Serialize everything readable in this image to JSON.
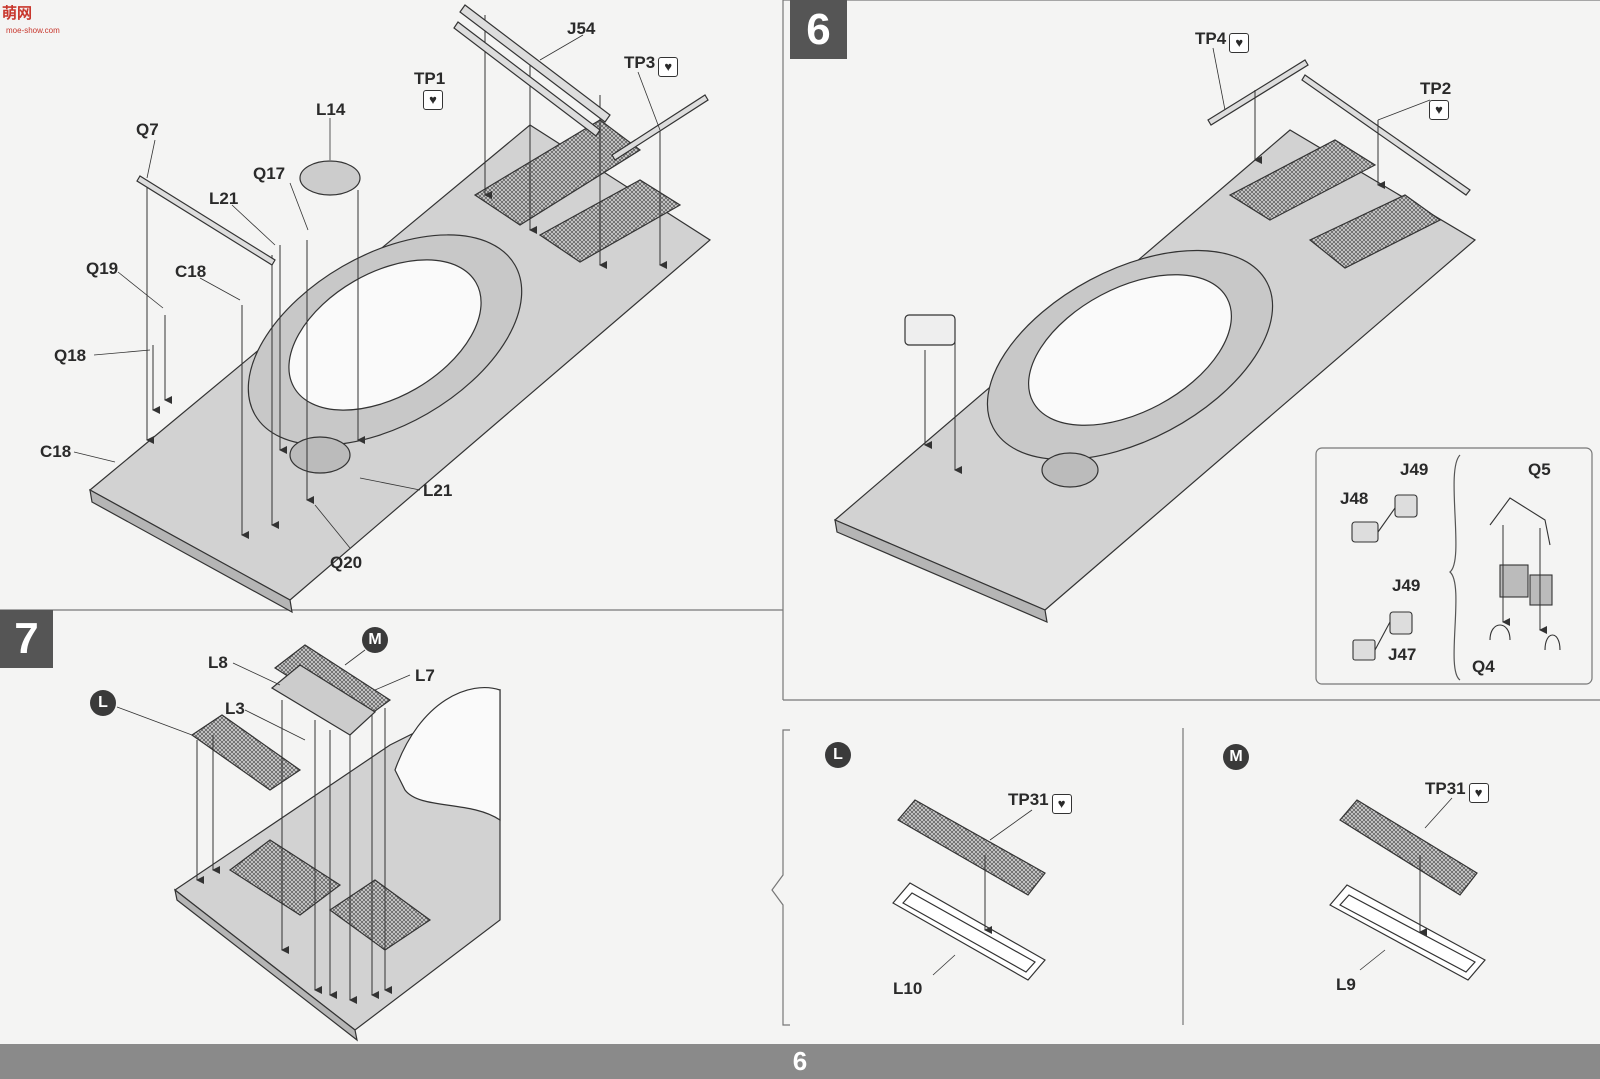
{
  "watermark": {
    "text": "萌网",
    "sub": "moe-show.com"
  },
  "step6": {
    "number": "6"
  },
  "step7": {
    "number": "7"
  },
  "parts": {
    "J54": "J54",
    "TP1": "TP1",
    "TP3": "TP3",
    "L14": "L14",
    "Q7": "Q7",
    "Q17": "Q17",
    "L21a": "L21",
    "Q19": "Q19",
    "C18a": "C18",
    "Q18": "Q18",
    "C18b": "C18",
    "L21b": "L21",
    "Q20": "Q20",
    "TP4": "TP4",
    "TP2": "TP2",
    "J49a": "J49",
    "J48": "J48",
    "Q5": "Q5",
    "J49b": "J49",
    "J47": "J47",
    "Q4": "Q4",
    "L8": "L8",
    "L7": "L7",
    "L3": "L3",
    "TP31a": "TP31",
    "L10": "L10",
    "TP31b": "TP31",
    "L9": "L9"
  },
  "callouts": {
    "L": "L",
    "M": "M"
  },
  "photo_etch_icon": "heart-etch-icon",
  "footer": {
    "page": "6"
  },
  "colors": {
    "accent_box": "#555555",
    "footer_bar": "#8a8a8a",
    "line": "#333333"
  }
}
